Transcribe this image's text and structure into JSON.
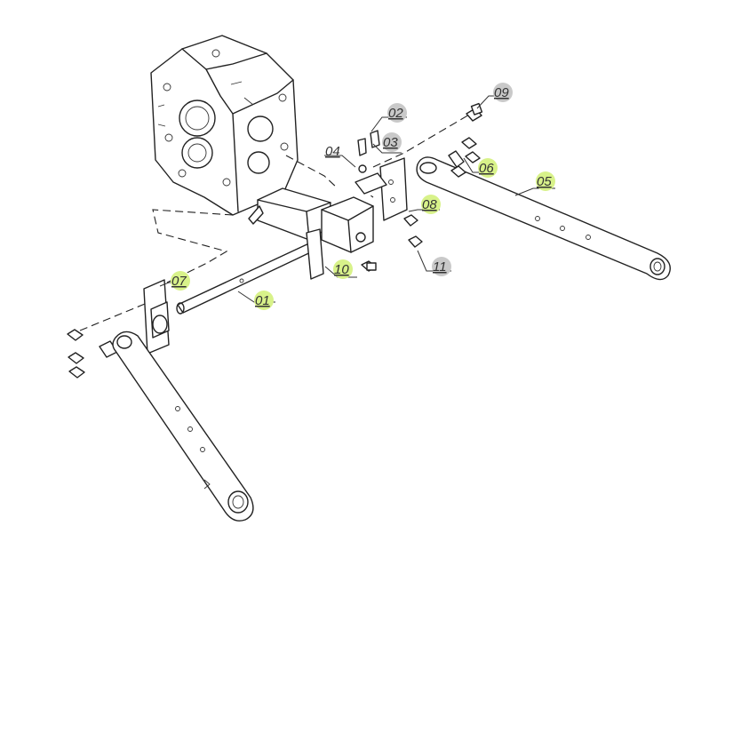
{
  "diagram": {
    "colors": {
      "line": "#222222",
      "highlight_green": "#d8f28a",
      "highlight_gray": "#c9c9c9",
      "background": "#ffffff"
    },
    "callouts": [
      {
        "id": "01",
        "label": "01",
        "highlight": "green"
      },
      {
        "id": "02",
        "label": "02",
        "highlight": "gray"
      },
      {
        "id": "03",
        "label": "03",
        "highlight": "gray"
      },
      {
        "id": "04",
        "label": "04",
        "highlight": "none"
      },
      {
        "id": "05",
        "label": "05",
        "highlight": "green"
      },
      {
        "id": "06",
        "label": "06",
        "highlight": "green"
      },
      {
        "id": "07",
        "label": "07",
        "highlight": "green"
      },
      {
        "id": "08",
        "label": "08",
        "highlight": "green"
      },
      {
        "id": "09",
        "label": "09",
        "highlight": "gray"
      },
      {
        "id": "10",
        "label": "10",
        "highlight": "green"
      },
      {
        "id": "11",
        "label": "11",
        "highlight": "gray"
      }
    ]
  }
}
